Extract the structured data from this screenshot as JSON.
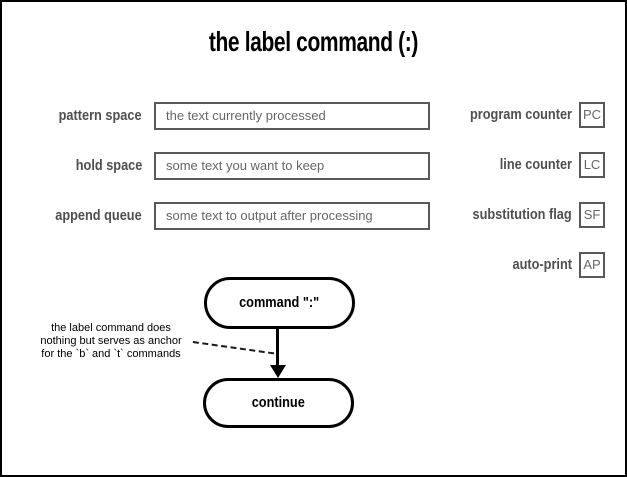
{
  "title": "the label command (:)",
  "colors": {
    "foreground": "#000000",
    "register_label": "#4f4f4f",
    "register_border": "#595959",
    "register_text": "#666666",
    "background": "#ffffff"
  },
  "registers": {
    "left": [
      {
        "label": "pattern space",
        "value": "the text currently processed"
      },
      {
        "label": "hold space",
        "value": "some text you want to keep"
      },
      {
        "label": "append queue",
        "value": "some text to output after processing"
      }
    ],
    "right": [
      {
        "label": "program counter",
        "abbr": "PC"
      },
      {
        "label": "line counter",
        "abbr": "LC"
      },
      {
        "label": "substitution flag",
        "abbr": "SF"
      },
      {
        "label": "auto-print",
        "abbr": "AP"
      }
    ]
  },
  "flowchart": {
    "nodes": [
      {
        "label": "command \":\""
      },
      {
        "label": "continue"
      }
    ],
    "annotation": {
      "lines": [
        "the label command does",
        "nothing but serves as anchor",
        "for the `b` and `t` commands"
      ]
    }
  }
}
